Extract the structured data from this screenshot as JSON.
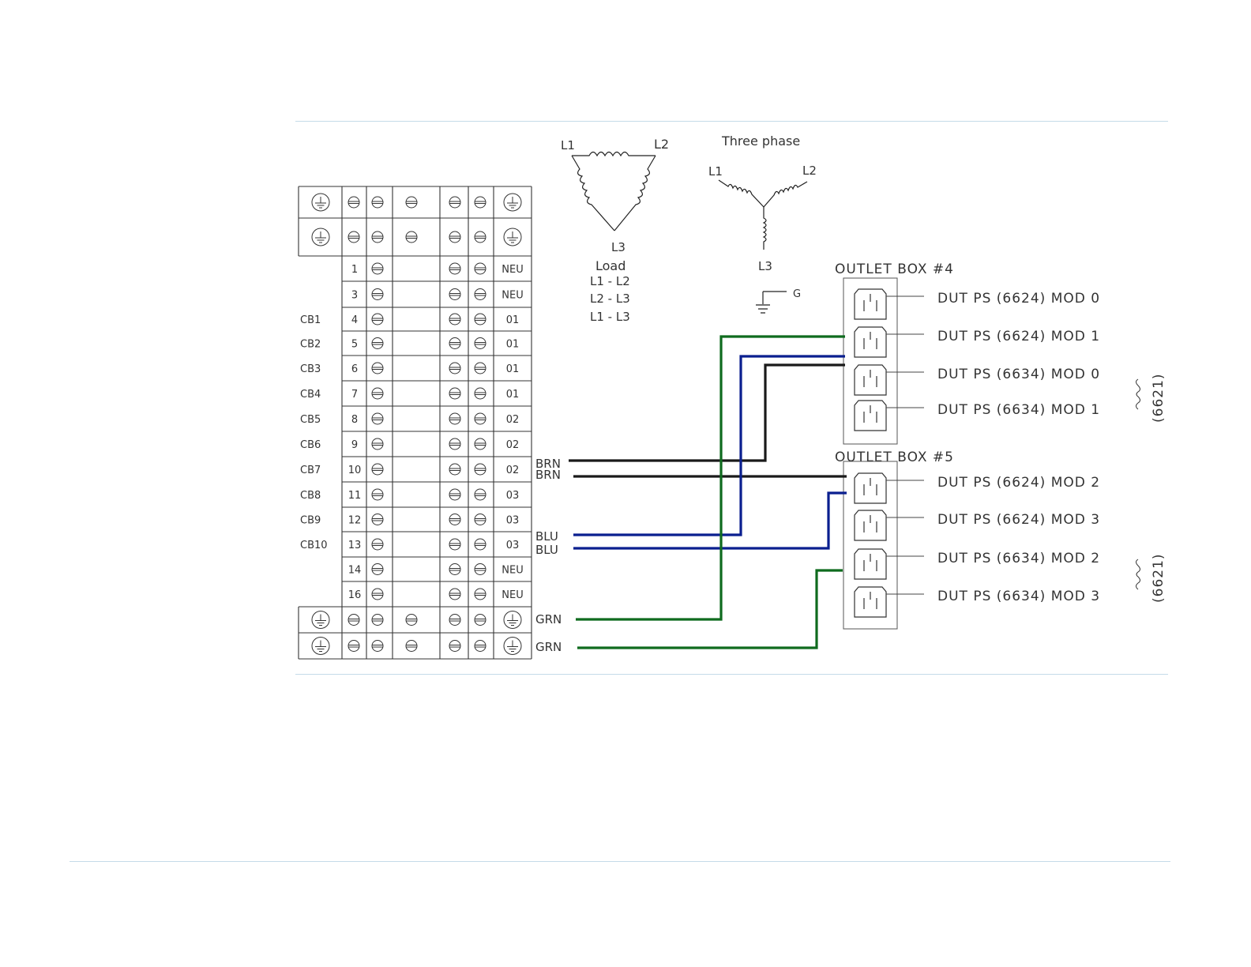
{
  "colors": {
    "wire_brown": "#1a1a1a",
    "wire_blue": "#0a1f8f",
    "wire_green": "#0f6b1e",
    "line": "#222222",
    "rule": "#c5dbe8"
  },
  "delta": {
    "l1": "L1",
    "l2": "L2",
    "l3": "L3",
    "load_title": "Load",
    "load_items": [
      "L1 - L2",
      "L2 - L3",
      "L1 - L3"
    ]
  },
  "wye": {
    "title": "Three  phase",
    "l1": "L1",
    "l2": "L2",
    "l3": "L3",
    "ground": "G"
  },
  "terminal_block": {
    "ground_icon": "ground-icon",
    "screw_icon": "screw-terminal-icon",
    "rows": [
      {
        "cb": "",
        "num": "1",
        "phase": "NEU"
      },
      {
        "cb": "",
        "num": "3",
        "phase": "NEU"
      },
      {
        "cb": "CB1",
        "num": "4",
        "phase": "01"
      },
      {
        "cb": "CB2",
        "num": "5",
        "phase": "01"
      },
      {
        "cb": "CB3",
        "num": "6",
        "phase": "01"
      },
      {
        "cb": "CB4",
        "num": "7",
        "phase": "01"
      },
      {
        "cb": "CB5",
        "num": "8",
        "phase": "02"
      },
      {
        "cb": "CB6",
        "num": "9",
        "phase": "02"
      },
      {
        "cb": "CB7",
        "num": "10",
        "phase": "02"
      },
      {
        "cb": "CB8",
        "num": "11",
        "phase": "03"
      },
      {
        "cb": "CB9",
        "num": "12",
        "phase": "03"
      },
      {
        "cb": "CB10",
        "num": "13",
        "phase": "03"
      },
      {
        "cb": "",
        "num": "14",
        "phase": "NEU"
      },
      {
        "cb": "",
        "num": "16",
        "phase": "NEU"
      }
    ]
  },
  "wires": [
    {
      "label": "BRN",
      "color": "wire_brown"
    },
    {
      "label": "BRN",
      "color": "wire_brown"
    },
    {
      "label": "BLU",
      "color": "wire_blue"
    },
    {
      "label": "BLU",
      "color": "wire_blue"
    },
    {
      "label": "GRN",
      "color": "wire_green"
    },
    {
      "label": "GRN",
      "color": "wire_green"
    }
  ],
  "outlet_boxes": [
    {
      "title": "OUTLET  BOX  #4",
      "outlets": [
        "DUT  PS  (6624)  MOD  0",
        "DUT  PS  (6624)  MOD  1",
        "DUT  PS  (6634)  MOD  0",
        "DUT  PS   (6634)  MOD  1"
      ],
      "group_label": "(6621)"
    },
    {
      "title": "OUTLET  BOX  #5",
      "outlets": [
        "DUT  PS  (6624)  MOD  2",
        "DUT  PS  (6624)  MOD  3",
        "DUT  PS  (6634)  MOD  2",
        "DUT  PS  (6634)  MOD  3"
      ],
      "group_label": "(6621)"
    }
  ]
}
